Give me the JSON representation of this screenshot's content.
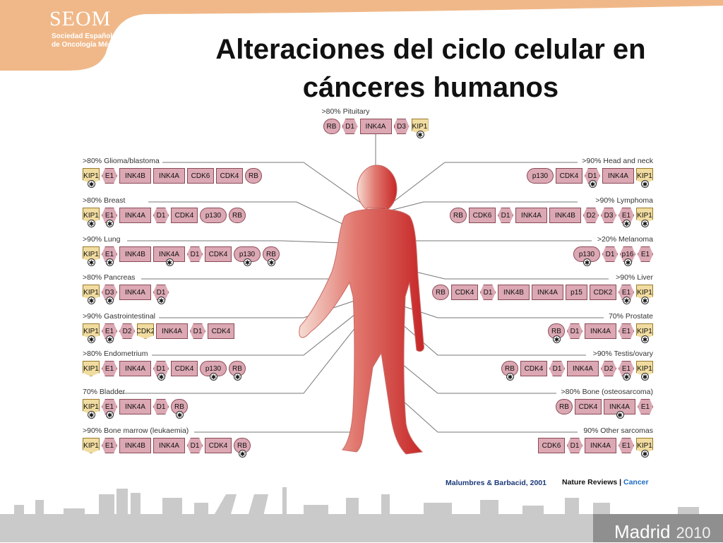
{
  "header": {
    "logo_main": "SEOM",
    "logo_line1": "Sociedad Española",
    "logo_line2": "de Oncología Médica",
    "title_line1": "Alteraciones del ciclo celular en",
    "title_line2": "cánceres humanos"
  },
  "colors": {
    "banner": "#f0b889",
    "gene_box": "#dba8b3",
    "gene_box_yellow": "#f1dca0",
    "body_figure": "#d9443e",
    "skyline": "#c8c8c8",
    "footer_bar": "#8f8f8f"
  },
  "cancers": [
    {
      "label": ">80% Pituitary",
      "side": "top",
      "genes": [
        {
          "n": "RB",
          "s": "ell"
        },
        {
          "n": "D1",
          "s": "hex"
        },
        {
          "n": "INK4A",
          "s": "rect"
        },
        {
          "n": "D3",
          "s": "hex"
        },
        {
          "n": "KIP1",
          "s": "pent",
          "star": true
        }
      ]
    },
    {
      "label": ">80% Glioma/blastoma",
      "side": "left",
      "genes": [
        {
          "n": "KIP1",
          "s": "pent",
          "star": true
        },
        {
          "n": "E1",
          "s": "hex"
        },
        {
          "n": "INK4B",
          "s": "rect"
        },
        {
          "n": "INK4A",
          "s": "rect"
        },
        {
          "n": "CDK6",
          "s": "rect"
        },
        {
          "n": "CDK4",
          "s": "rect"
        },
        {
          "n": "RB",
          "s": "ell"
        }
      ]
    },
    {
      "label": ">80% Breast",
      "side": "left",
      "genes": [
        {
          "n": "KIP1",
          "s": "pent",
          "star": true
        },
        {
          "n": "E1",
          "s": "hex",
          "star": true
        },
        {
          "n": "INK4A",
          "s": "rect"
        },
        {
          "n": "D1",
          "s": "hex"
        },
        {
          "n": "CDK4",
          "s": "rect"
        },
        {
          "n": "p130",
          "s": "ell"
        },
        {
          "n": "RB",
          "s": "ell"
        }
      ]
    },
    {
      "label": ">90% Lung",
      "side": "left",
      "genes": [
        {
          "n": "KIP1",
          "s": "pent",
          "star": true
        },
        {
          "n": "E1",
          "s": "hex",
          "star": true
        },
        {
          "n": "INK4B",
          "s": "rect"
        },
        {
          "n": "INK4A",
          "s": "rect",
          "star": true
        },
        {
          "n": "D1",
          "s": "hex"
        },
        {
          "n": "CDK4",
          "s": "rect"
        },
        {
          "n": "p130",
          "s": "ell",
          "star": true
        },
        {
          "n": "RB",
          "s": "ell",
          "star": true
        }
      ]
    },
    {
      "label": ">80% Pancreas",
      "side": "left",
      "genes": [
        {
          "n": "KIP1",
          "s": "pent",
          "star": true
        },
        {
          "n": "D3",
          "s": "hex",
          "star": true
        },
        {
          "n": "INK4A",
          "s": "rect"
        },
        {
          "n": "D1",
          "s": "hex",
          "star": true
        }
      ]
    },
    {
      "label": ">90% Gastrointestinal",
      "side": "left",
      "genes": [
        {
          "n": "KIP1",
          "s": "pent",
          "star": true
        },
        {
          "n": "E1",
          "s": "hex",
          "star": true
        },
        {
          "n": "D2",
          "s": "hex"
        },
        {
          "n": "CDK2",
          "s": "pent"
        },
        {
          "n": "INK4A",
          "s": "rect"
        },
        {
          "n": "D1",
          "s": "hex"
        },
        {
          "n": "CDK4",
          "s": "rect"
        }
      ]
    },
    {
      "label": ">80% Endometrium",
      "side": "left",
      "genes": [
        {
          "n": "KIP1",
          "s": "pent"
        },
        {
          "n": "E1",
          "s": "hex"
        },
        {
          "n": "INK4A",
          "s": "rect"
        },
        {
          "n": "D1",
          "s": "hex",
          "star": true
        },
        {
          "n": "CDK4",
          "s": "rect"
        },
        {
          "n": "p130",
          "s": "ell",
          "star": true
        },
        {
          "n": "RB",
          "s": "ell",
          "star": true
        }
      ]
    },
    {
      "label": "70% Bladder",
      "side": "left",
      "genes": [
        {
          "n": "KIP1",
          "s": "pent",
          "star": true
        },
        {
          "n": "E1",
          "s": "hex",
          "star": true
        },
        {
          "n": "INK4A",
          "s": "rect"
        },
        {
          "n": "D1",
          "s": "hex"
        },
        {
          "n": "RB",
          "s": "ell",
          "star": true
        }
      ]
    },
    {
      "label": ">90% Bone marrow (leukaemia)",
      "side": "left",
      "genes": [
        {
          "n": "KIP1",
          "s": "pent"
        },
        {
          "n": "E1",
          "s": "hex"
        },
        {
          "n": "INK4B",
          "s": "rect"
        },
        {
          "n": "INK4A",
          "s": "rect"
        },
        {
          "n": "D1",
          "s": "hex"
        },
        {
          "n": "CDK4",
          "s": "rect"
        },
        {
          "n": "RB",
          "s": "ell",
          "star": true
        }
      ]
    },
    {
      "label": ">90% Head and neck",
      "side": "right",
      "genes": [
        {
          "n": "p130",
          "s": "ell"
        },
        {
          "n": "CDK4",
          "s": "rect"
        },
        {
          "n": "D1",
          "s": "hex",
          "star": true
        },
        {
          "n": "INK4A",
          "s": "rect"
        },
        {
          "n": "KIP1",
          "s": "pent",
          "star": true
        }
      ]
    },
    {
      "label": ">90% Lymphoma",
      "side": "right",
      "genes": [
        {
          "n": "RB",
          "s": "ell"
        },
        {
          "n": "CDK6",
          "s": "rect"
        },
        {
          "n": "D1",
          "s": "hex"
        },
        {
          "n": "INK4A",
          "s": "rect"
        },
        {
          "n": "INK4B",
          "s": "rect"
        },
        {
          "n": "D2",
          "s": "hex"
        },
        {
          "n": "D3",
          "s": "hex"
        },
        {
          "n": "E1",
          "s": "hex",
          "star": true
        },
        {
          "n": "KIP1",
          "s": "pent",
          "star": true
        }
      ]
    },
    {
      "label": ">20% Melanoma",
      "side": "right",
      "genes": [
        {
          "n": "p130",
          "s": "ell",
          "star": true
        },
        {
          "n": "D1",
          "s": "hex"
        },
        {
          "n": "p16",
          "s": "hex",
          "star": true
        },
        {
          "n": "E1",
          "s": "hex"
        }
      ]
    },
    {
      "label": ">90% Liver",
      "side": "right",
      "genes": [
        {
          "n": "RB",
          "s": "ell"
        },
        {
          "n": "CDK4",
          "s": "rect"
        },
        {
          "n": "D1",
          "s": "hex"
        },
        {
          "n": "INK4B",
          "s": "rect"
        },
        {
          "n": "INK4A",
          "s": "rect"
        },
        {
          "n": "p15",
          "s": "rect"
        },
        {
          "n": "CDK2",
          "s": "rect"
        },
        {
          "n": "E1",
          "s": "hex",
          "star": true
        },
        {
          "n": "KIP1",
          "s": "pent",
          "star": true
        }
      ]
    },
    {
      "label": "70% Prostate",
      "side": "right",
      "genes": [
        {
          "n": "RB",
          "s": "ell",
          "star": true
        },
        {
          "n": "D1",
          "s": "hex"
        },
        {
          "n": "INK4A",
          "s": "rect"
        },
        {
          "n": "E1",
          "s": "hex"
        },
        {
          "n": "KIP1",
          "s": "pent",
          "star": true
        }
      ]
    },
    {
      "label": ">90% Testis/ovary",
      "side": "right",
      "genes": [
        {
          "n": "RB",
          "s": "ell",
          "star": true
        },
        {
          "n": "CDK4",
          "s": "rect"
        },
        {
          "n": "D1",
          "s": "hex"
        },
        {
          "n": "INK4A",
          "s": "rect"
        },
        {
          "n": "D2",
          "s": "hex"
        },
        {
          "n": "E1",
          "s": "hex",
          "star": true
        },
        {
          "n": "KIP1",
          "s": "pent",
          "star": true
        }
      ]
    },
    {
      "label": ">80% Bone (osteosarcoma)",
      "side": "right",
      "genes": [
        {
          "n": "RB",
          "s": "ell"
        },
        {
          "n": "CDK4",
          "s": "rect"
        },
        {
          "n": "INK4A",
          "s": "rect",
          "star": true
        },
        {
          "n": "E1",
          "s": "hex"
        }
      ]
    },
    {
      "label": "90% Other sarcomas",
      "side": "right",
      "genes": [
        {
          "n": "CDK6",
          "s": "rect"
        },
        {
          "n": "D1",
          "s": "hex"
        },
        {
          "n": "INK4A",
          "s": "rect"
        },
        {
          "n": "E1",
          "s": "hex"
        },
        {
          "n": "KIP1",
          "s": "pent",
          "star": true
        }
      ]
    }
  ],
  "star_glyph": "✱",
  "citation": "Malumbres & Barbacid, 2001",
  "journal_part1": "Nature Reviews",
  "journal_sep": " | ",
  "journal_part2": "Cancer",
  "footer": {
    "city": "Madrid",
    "year": "2010"
  }
}
